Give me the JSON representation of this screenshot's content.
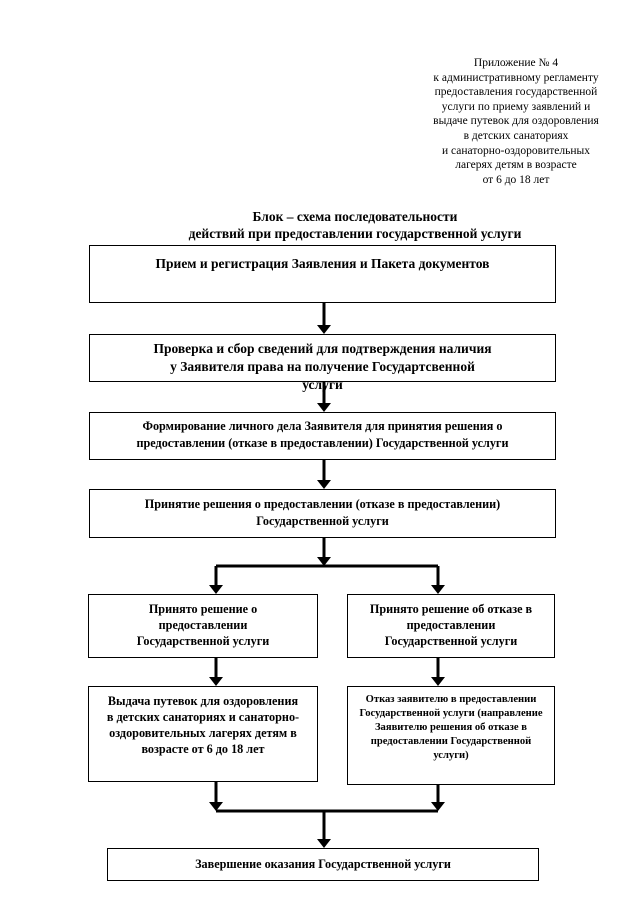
{
  "appendix": {
    "lines": [
      "Приложение № 4",
      "к административному регламенту",
      "предоставления государственной",
      "услуги по приему заявлений и",
      "выдаче путевок для оздоровления",
      "в детских санаториях",
      "и санаторно-оздоровительных",
      "лагерях детям в возрасте",
      "от 6 до 18 лет"
    ]
  },
  "scheme": {
    "title_line1": "Блок – схема последовательности",
    "title_line2": "действий при предоставлении государственной услуги"
  },
  "steps": {
    "reception": "Прием и регистрация Заявления и Пакета документов",
    "verification": "Проверка и сбор сведений для подтверждения наличия у Заявителя права на получение Государтсвенной услуги",
    "personal_file": "Формирование личного дела Заявителя для принятия решения о предоставлении (отказе в предоставлении) Государственной услуги",
    "decision": "Принятие решения о предоставлении (отказе в предоставлении) Государственной услуги",
    "approved": "Принято решение о предоставлении Государственной услуги",
    "refused": "Принято решение об отказе в предоставлении Государственной услуги",
    "issue_vouchers": "Выдача путевок для оздоровления в детских санаториях и санаторно-оздоровительных лагерях детям в возрасте от 6 до 18 лет",
    "refusal_notice": "Отказ заявителю в предоставлении Государственной услуги (направление Заявителю решения об отказе в предоставлении Государственной услуги)",
    "completion": "Завершение оказания Государственной услуги"
  }
}
